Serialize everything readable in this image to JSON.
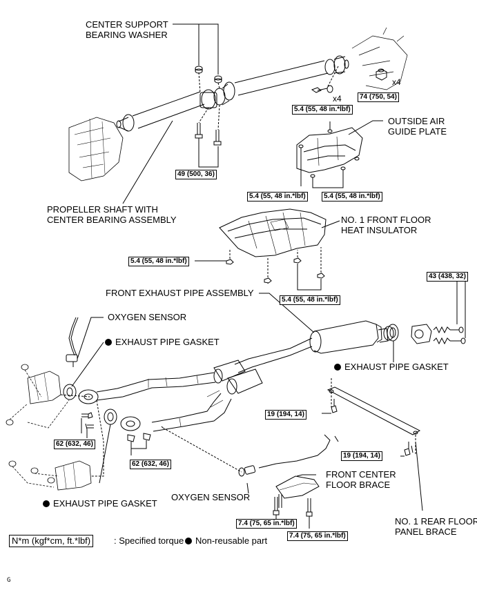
{
  "labels": {
    "center_support_bearing_washer": [
      "CENTER SUPPORT",
      "BEARING WASHER"
    ],
    "outside_air_guide_plate": [
      "OUTSIDE AIR",
      "GUIDE PLATE"
    ],
    "propeller_shaft": [
      "PROPELLER SHAFT WITH",
      "CENTER BEARING ASSEMBLY"
    ],
    "no1_front_floor_heat_insulator": [
      "NO. 1 FRONT FLOOR",
      "HEAT INSULATOR"
    ],
    "front_exhaust_pipe_assembly": "FRONT EXHAUST PIPE ASSEMBLY",
    "oxygen_sensor_top": "OXYGEN SENSOR",
    "exhaust_pipe_gasket_top": "EXHAUST PIPE GASKET",
    "exhaust_pipe_gasket_right": "EXHAUST PIPE GASKET",
    "exhaust_pipe_gasket_bottom": "EXHAUST PIPE GASKET",
    "oxygen_sensor_bottom": "OXYGEN SENSOR",
    "front_center_floor_brace": [
      "FRONT CENTER",
      "FLOOR BRACE"
    ],
    "no1_rear_floor_panel_brace": [
      "NO. 1 REAR FLOOR",
      "PANEL BRACE"
    ]
  },
  "torques": {
    "t74": "74 (750, 54)",
    "t49": "49 (500, 36)",
    "t54_guide_top": "5.4 (55, 48 in.*lbf)",
    "t54_guide_left": "5.4 (55, 48 in.*lbf)",
    "t54_guide_right": "5.4 (55, 48 in.*lbf)",
    "t54_insul_left": "5.4 (55, 48 in.*lbf)",
    "t54_insul_right": "5.4 (55, 48 in.*lbf)",
    "t43": "43 (438, 32)",
    "t19_upper": "19 (194, 14)",
    "t19_lower": "19 (194, 14)",
    "t62_left": "62 (632, 46)",
    "t62_right": "62 (632, 46)",
    "t74_brace_upper": "7.4 (75, 65 in.*lbf)",
    "t74_brace_lower": "7.4 (75, 65 in.*lbf)"
  },
  "multipliers": {
    "x4_bolts": "x4",
    "x4_nuts": "x4"
  },
  "legend": {
    "torque_key": "N*m (kgf*cm, ft.*lbf)",
    "torque_desc": ": Specified torque",
    "nonreusable_desc": "Non-reusable part"
  },
  "corner_mark": "G"
}
